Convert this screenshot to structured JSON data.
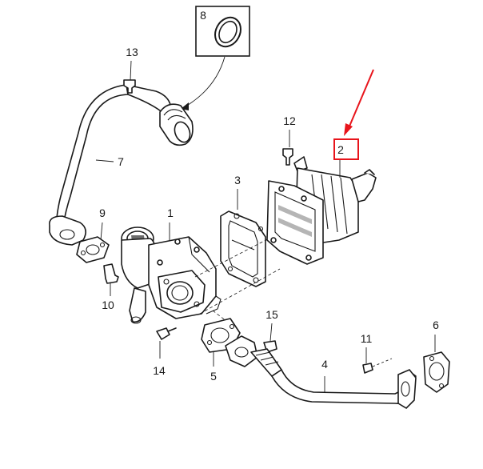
{
  "callouts": {
    "c1": "1",
    "c2": "2",
    "c3": "3",
    "c4": "4",
    "c5": "5",
    "c6": "6",
    "c7": "7",
    "c8": "8",
    "c9": "9",
    "c10": "10",
    "c11": "11",
    "c12": "12",
    "c13": "13",
    "c14": "14",
    "c15": "15"
  },
  "highlight": {
    "target_callout": "2",
    "color": "#e8141b"
  },
  "colors": {
    "line": "#1a1a1a",
    "background": "#ffffff",
    "accent": "#e8141b"
  }
}
